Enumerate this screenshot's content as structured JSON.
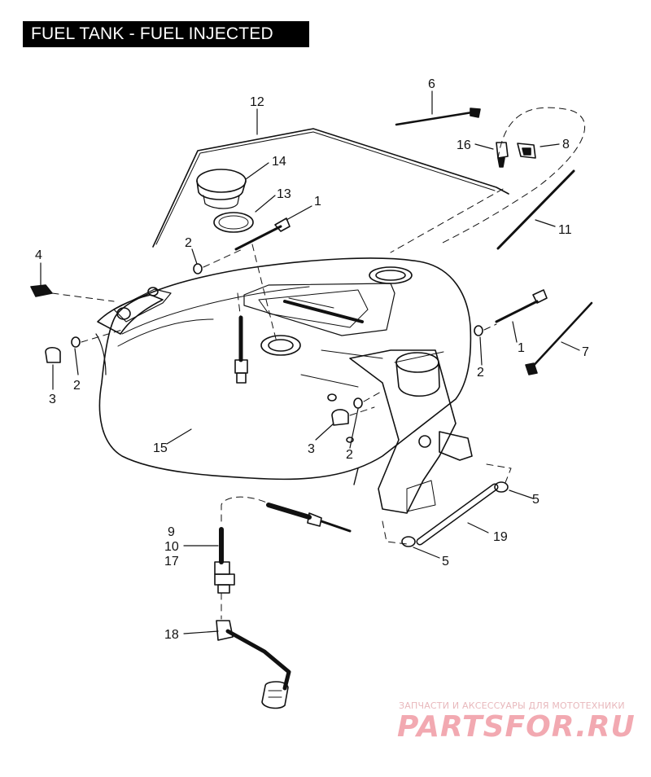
{
  "title": "FUEL TANK - FUEL INJECTED",
  "callouts": {
    "c1a": "1",
    "c1b": "1",
    "c2a": "2",
    "c2b": "2",
    "c2c": "2",
    "c2d": "2",
    "c3a": "3",
    "c3b": "3",
    "c4": "4",
    "c5a": "5",
    "c5b": "5",
    "c6": "6",
    "c7": "7",
    "c8": "8",
    "c9": "9",
    "c10": "10",
    "c17": "17",
    "c11": "11",
    "c12": "12",
    "c13": "13",
    "c14": "14",
    "c15": "15",
    "c16": "16",
    "c18": "18",
    "c19": "19"
  },
  "watermark": {
    "subtitle": "ЗАПЧАСТИ И АКСЕССУАРЫ ДЛЯ МОТОТЕХНИКИ",
    "brand": "PARTSFOR.RU"
  },
  "colors": {
    "ink": "#111111",
    "title_bg": "#000000",
    "watermark": "#f2a9b1"
  }
}
